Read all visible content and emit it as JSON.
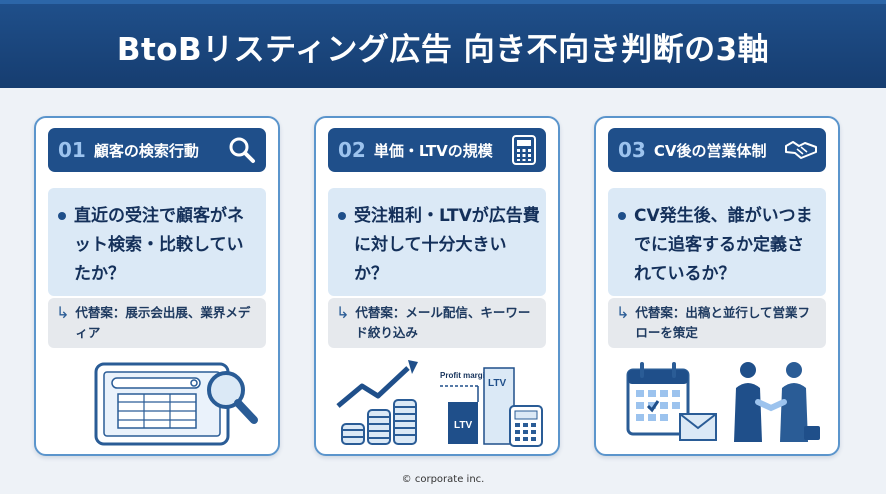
{
  "title": "BtoBリスティング広告 向き不向き判断の3軸",
  "cards": [
    {
      "num": "01",
      "title": "顧客の検索行動",
      "icon": "magnifier-icon",
      "question": "直近の受注で顧客がネット検索・比較していたか？",
      "alternative": "代替案：展示会出展、業界メディア"
    },
    {
      "num": "02",
      "title": "単価・LTVの規模",
      "icon": "calculator-icon",
      "question": "受注粗利・LTVが広告費に対して十分大きいか？",
      "alternative": "代替案：メール配信、キーワード絞り込み",
      "chart": {
        "profit_label": "Profit margin",
        "ltv_label": "LTV",
        "ltv_label_2": "LTV"
      }
    },
    {
      "num": "03",
      "title": "CV後の営業体制",
      "icon": "handshake-icon",
      "question": "CV発生後、誰がいつまでに追客するか定義されているか？",
      "alternative": "代替案：出稿と並行して営業フローを策定"
    }
  ],
  "footer": "© corporate inc.",
  "colors": {
    "navy": "#1f4f8a",
    "light_blue": "#dbe9f6",
    "border": "#5b95cc",
    "gray": "#e6e9ed"
  }
}
